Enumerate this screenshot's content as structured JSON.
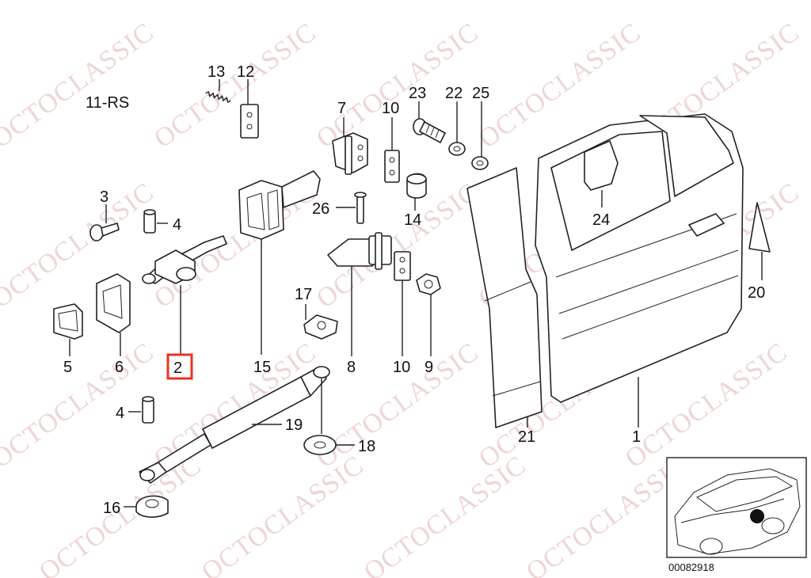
{
  "diagram": {
    "section_label": "11-RS",
    "image_code": "00082918",
    "watermark": "OCTOCLASSIC",
    "highlight_color": "#e8341c",
    "highlighted_part": "2",
    "callouts": {
      "c1": "1",
      "c2": "2",
      "c3": "3",
      "c4a": "4",
      "c4b": "4",
      "c5": "5",
      "c6": "6",
      "c7": "7",
      "c8": "8",
      "c9": "9",
      "c10a": "10",
      "c10b": "10",
      "c12": "12",
      "c13": "13",
      "c14": "14",
      "c15": "15",
      "c16": "16",
      "c17": "17",
      "c18": "18",
      "c19": "19",
      "c20": "20",
      "c21": "21",
      "c22": "22",
      "c23": "23",
      "c24": "24",
      "c25": "25",
      "c26": "26"
    }
  }
}
